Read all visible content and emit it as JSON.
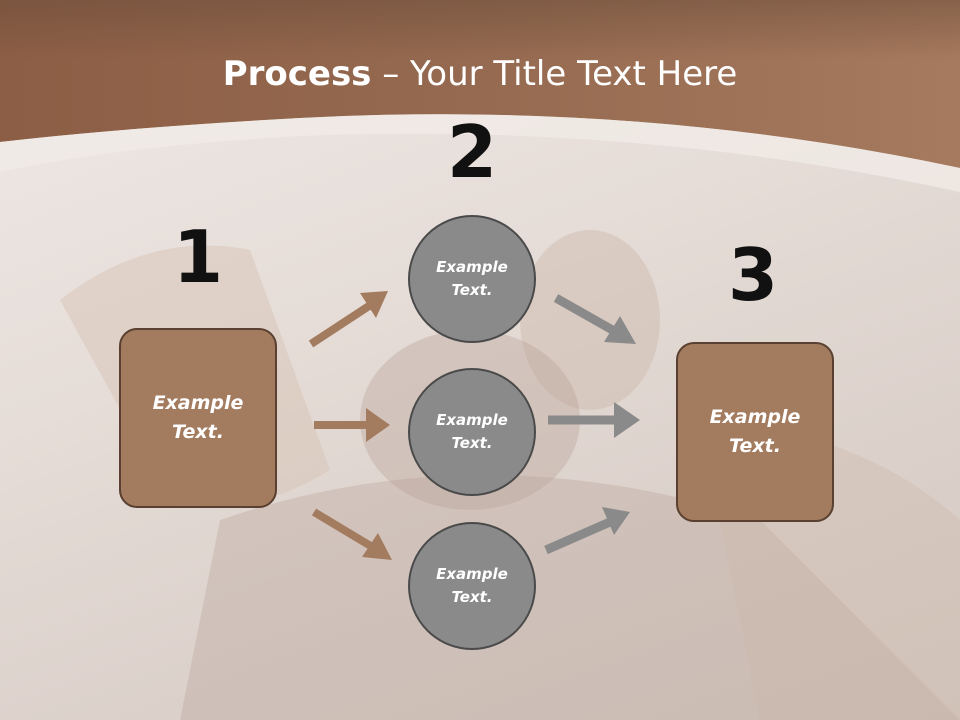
{
  "title": {
    "bold": "Process",
    "rest": " – Your Title Text Here"
  },
  "steps": [
    {
      "number": "1",
      "label": "Example\nText."
    },
    {
      "number": "2",
      "items": [
        "Example\nText.",
        "Example\nText.",
        "Example\nText."
      ]
    },
    {
      "number": "3",
      "label": "Example\nText."
    }
  ],
  "colors": {
    "header": "#8f6248",
    "box": "#a37b5f",
    "circle": "#8a8a8a",
    "arrow_brown": "#a37b5f",
    "arrow_gray": "#8a8a8a"
  }
}
